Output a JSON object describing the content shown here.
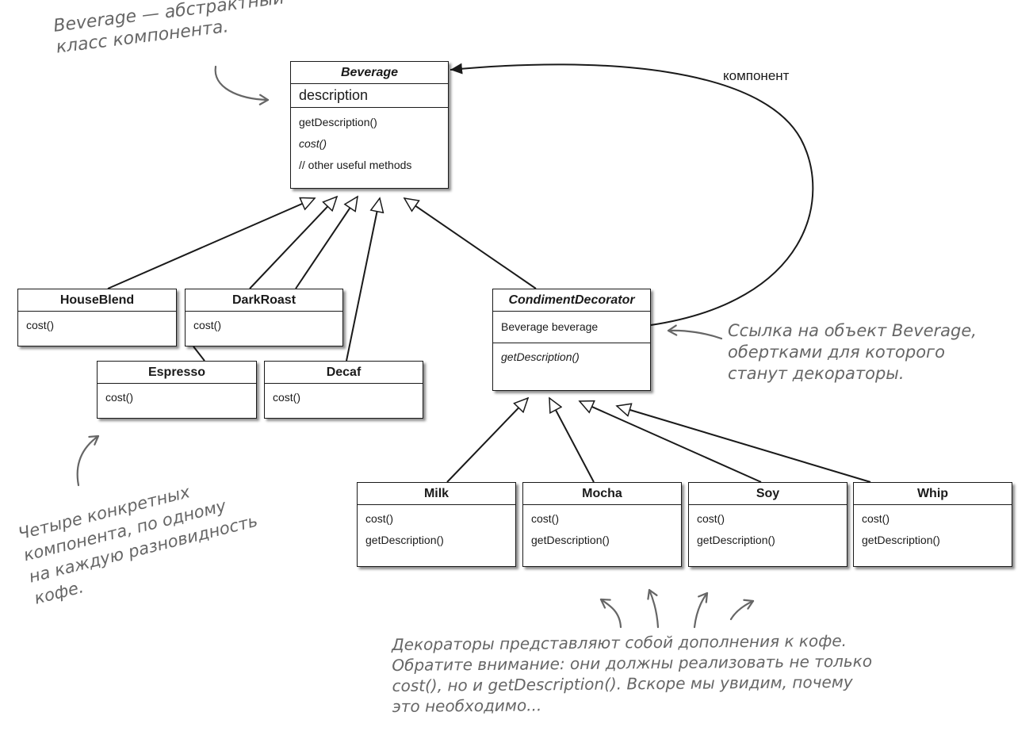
{
  "colors": {
    "line": "#1a1a1a",
    "annotation": "#666666",
    "background": "#ffffff"
  },
  "classes": {
    "beverage": {
      "name": "Beverage",
      "attributes": [
        "description"
      ],
      "methods": [
        "getDescription()",
        "cost()",
        "// other useful methods"
      ]
    },
    "house_blend": {
      "name": "HouseBlend",
      "methods": [
        "cost()"
      ]
    },
    "dark_roast": {
      "name": "DarkRoast",
      "methods": [
        "cost()"
      ]
    },
    "espresso": {
      "name": "Espresso",
      "methods": [
        "cost()"
      ]
    },
    "decaf": {
      "name": "Decaf",
      "methods": [
        "cost()"
      ]
    },
    "condiment_decorator": {
      "name": "CondimentDecorator",
      "attributes": [
        "Beverage beverage"
      ],
      "methods": [
        "getDescription()"
      ]
    },
    "milk": {
      "name": "Milk",
      "methods": [
        "cost()",
        "getDescription()"
      ]
    },
    "mocha": {
      "name": "Mocha",
      "methods": [
        "cost()",
        "getDescription()"
      ]
    },
    "soy": {
      "name": "Soy",
      "methods": [
        "cost()",
        "getDescription()"
      ]
    },
    "whip": {
      "name": "Whip",
      "methods": [
        "cost()",
        "getDescription()"
      ]
    }
  },
  "association_label": "компонент",
  "annotations": {
    "beverage_abstract": "Beverage — абстрактный\nкласс компонента.",
    "reference": "Ссылка на объект Beverage,\nобертками для которого\nстанут декораторы.",
    "concrete_components": "Четыре конкретных\nкомпонента, по одному\nна каждую разновидность\nкофе.",
    "decorators": "Декораторы представляют собой дополнения к кофе.\nОбратите внимание: они должны реализовать не только\ncost(), но и getDescription(). Вскоре мы увидим, почему\nэто необходимо..."
  }
}
